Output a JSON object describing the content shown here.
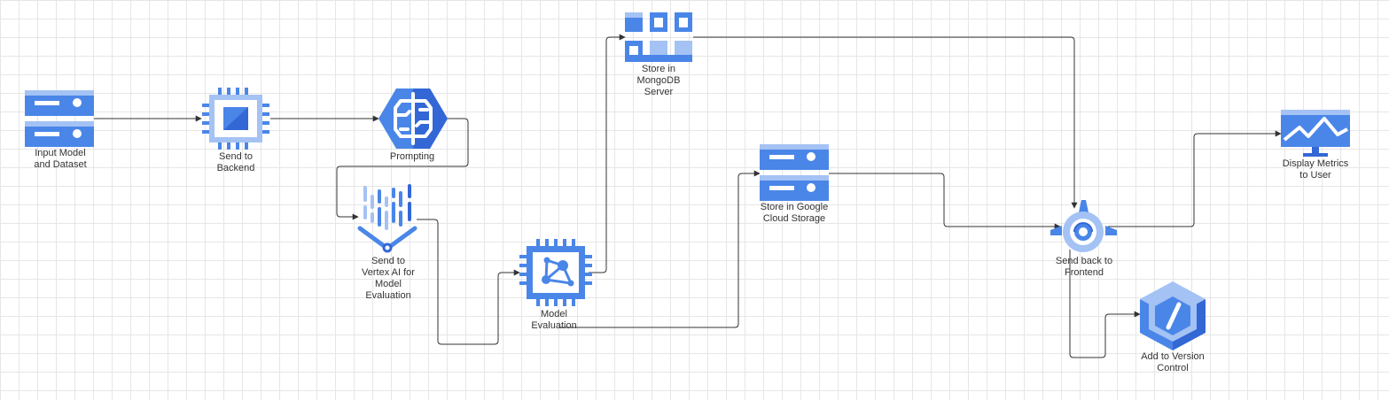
{
  "colors": {
    "primary": "#4a86e8",
    "light": "#a4c2f4",
    "dark": "#3367d6",
    "edge": "#333333",
    "grid": "#e6e6e6"
  },
  "nodes": [
    {
      "id": "input",
      "icon": "server-stack-icon",
      "label": "Input Model\nand Dataset"
    },
    {
      "id": "backend",
      "icon": "compute-chip-icon",
      "label": "Send to\nBackend"
    },
    {
      "id": "prompting",
      "icon": "brain-hexagon-icon",
      "label": "Prompting"
    },
    {
      "id": "vertex",
      "icon": "vertex-ai-icon",
      "label": "Send to\nVertex AI for\nModel\nEvaluation"
    },
    {
      "id": "evaluation",
      "icon": "ml-chip-icon",
      "label": "Model\nEvaluation"
    },
    {
      "id": "mongodb",
      "icon": "database-grid-icon",
      "label": "Store in\nMongoDB\nServer"
    },
    {
      "id": "gcs",
      "icon": "cloud-storage-icon",
      "label": "Store in Google\nCloud Storage"
    },
    {
      "id": "frontend",
      "icon": "app-engine-icon",
      "label": "Send back to\nFrontend"
    },
    {
      "id": "display",
      "icon": "monitor-metrics-icon",
      "label": "Display Metrics\nto User"
    },
    {
      "id": "version",
      "icon": "version-cube-icon",
      "label": "Add to Version\nControl"
    }
  ],
  "edges": [
    {
      "from": "input",
      "to": "backend"
    },
    {
      "from": "backend",
      "to": "prompting"
    },
    {
      "from": "prompting",
      "to": "vertex"
    },
    {
      "from": "vertex",
      "to": "evaluation"
    },
    {
      "from": "evaluation",
      "to": "mongodb"
    },
    {
      "from": "evaluation",
      "to": "gcs"
    },
    {
      "from": "mongodb",
      "to": "frontend"
    },
    {
      "from": "gcs",
      "to": "frontend"
    },
    {
      "from": "frontend",
      "to": "display"
    },
    {
      "from": "frontend",
      "to": "version"
    }
  ]
}
